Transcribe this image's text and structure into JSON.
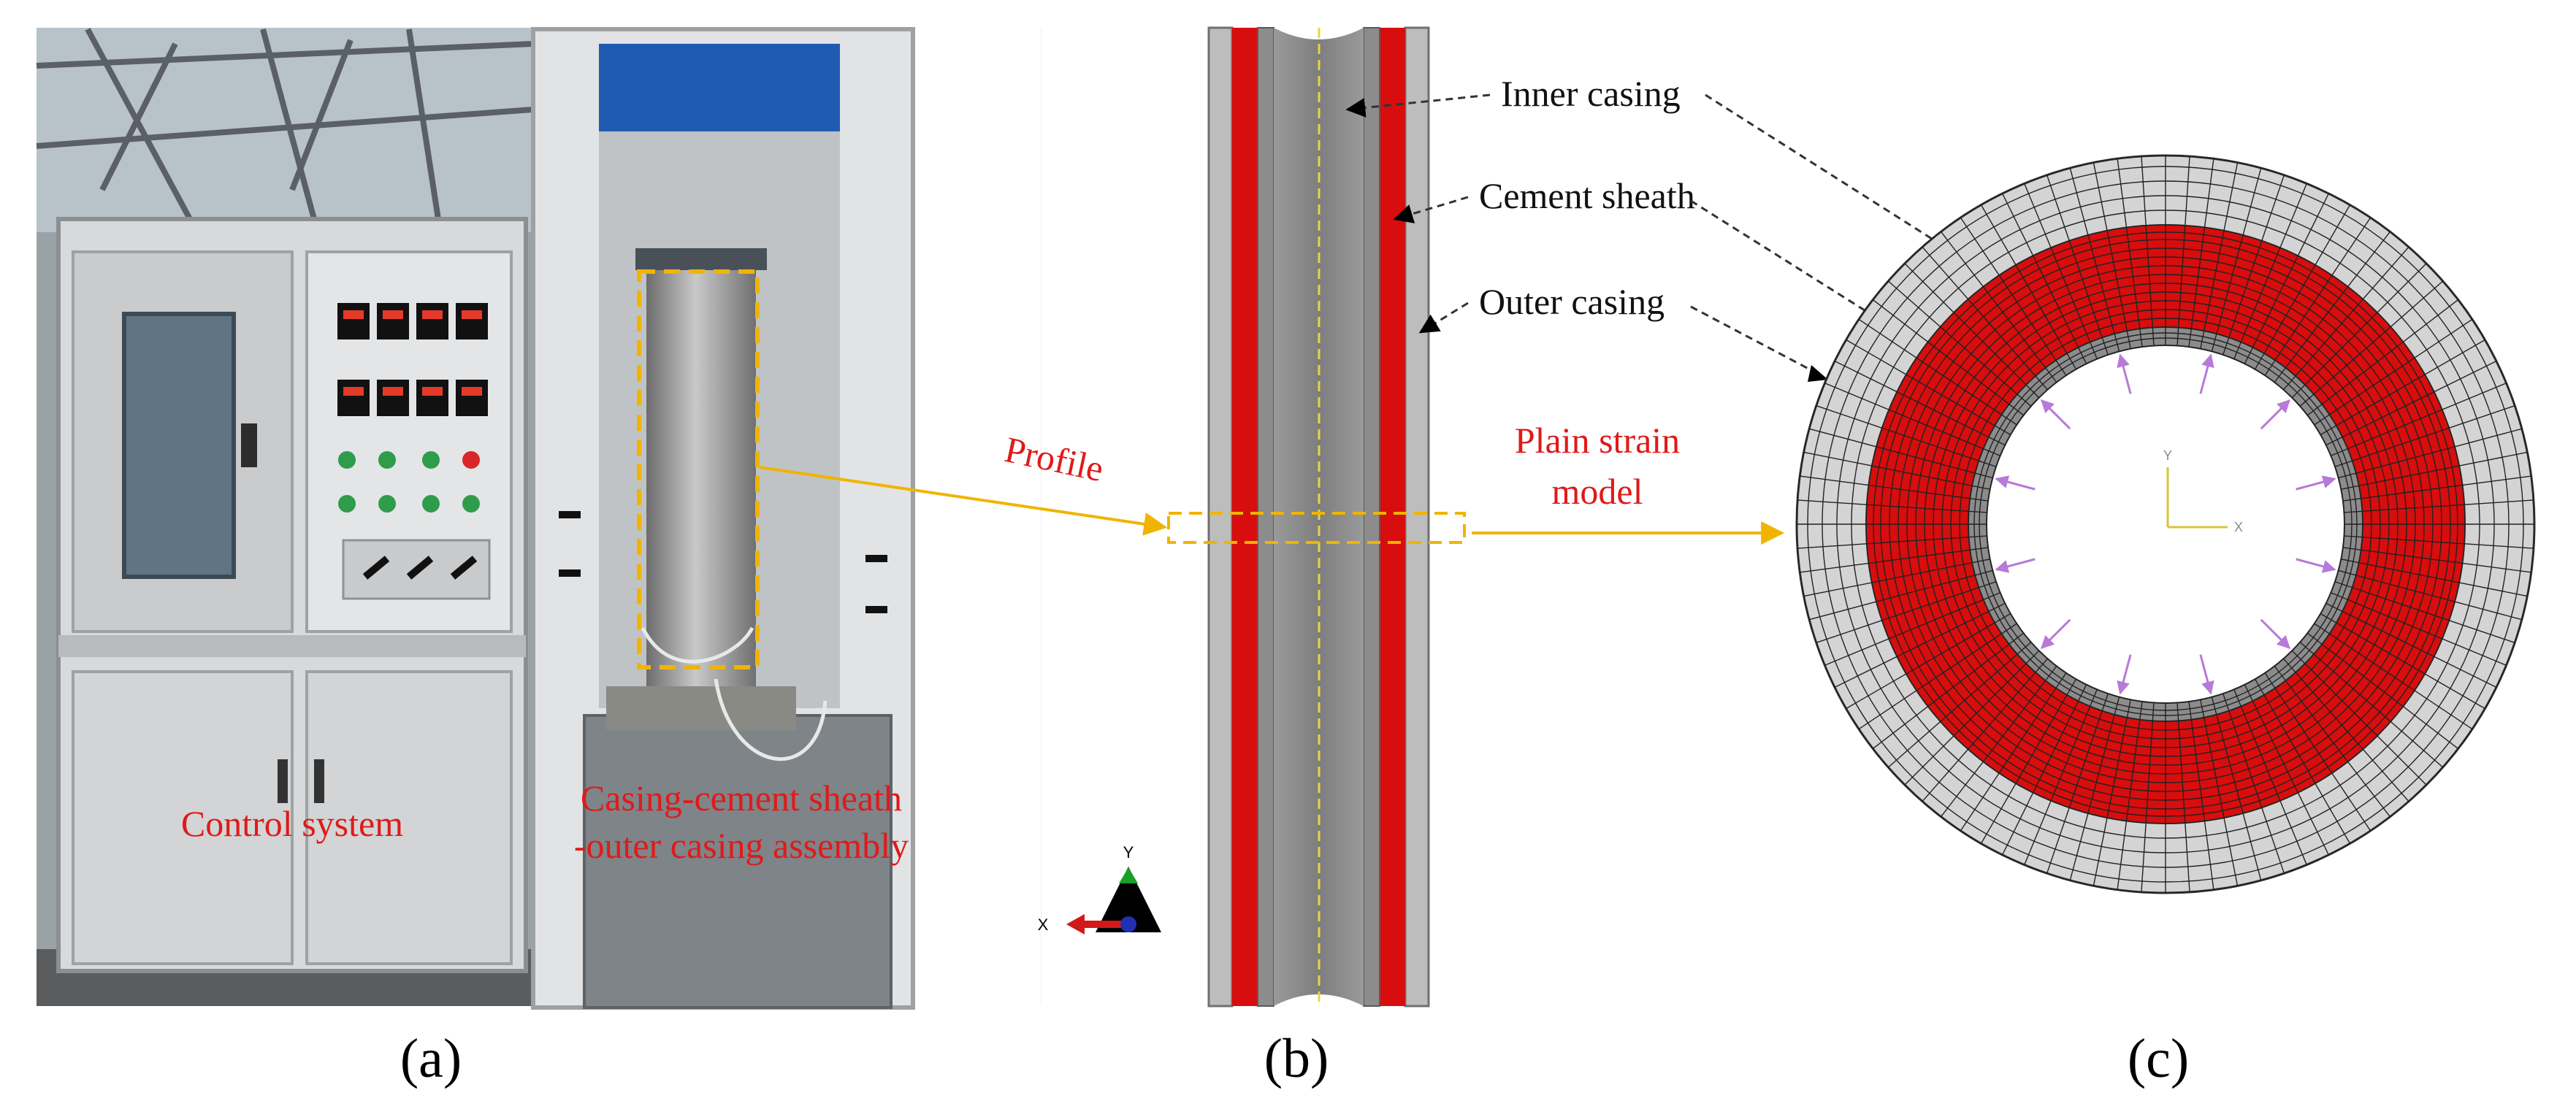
{
  "panels": {
    "a": {
      "label": "(a)",
      "control_label": "Control system",
      "assembly_label_line1": "Casing-cement sheath",
      "assembly_label_line2": "-outer casing assembly"
    },
    "b": {
      "label": "(b)",
      "profile_label": "Profile",
      "inner_casing_label": "Inner casing",
      "cement_sheath_label": "Cement sheath",
      "outer_casing_label": "Outer casing",
      "axis_y": "Y",
      "axis_x": "X"
    },
    "c": {
      "label": "(c)",
      "model_label_line1": "Plain strain",
      "model_label_line2": "model",
      "axis_y": "Y",
      "axis_x": "X"
    }
  },
  "colors": {
    "cement": "#d80d0d",
    "casing_gray": "#8c8c8c",
    "outer_casing_light": "#d4d4d4",
    "annotation_red": "#e01a1a",
    "arrow_yellow": "#f0b400",
    "load_arrow_violet": "#b77ad8"
  }
}
